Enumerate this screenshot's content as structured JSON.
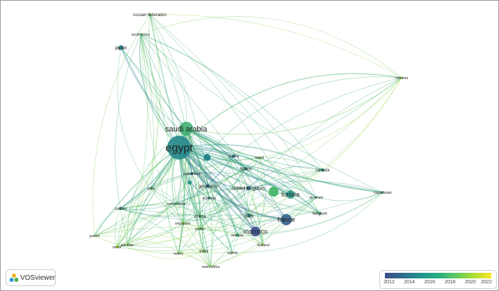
{
  "nodes": [
    {
      "label": "russian federation",
      "year": 2019
    },
    {
      "label": "south korea",
      "year": 2018
    },
    {
      "label": "japan",
      "year": 2015
    },
    {
      "label": "romania",
      "year": 2021
    },
    {
      "label": "saudi arabia",
      "year": 2017.5
    },
    {
      "label": "egypt",
      "year": 2015
    },
    {
      "label": "austria",
      "year": 2014
    },
    {
      "label": "brazil",
      "year": 2020
    },
    {
      "label": "spain",
      "year": 2016
    },
    {
      "label": "canada",
      "year": 2016
    },
    {
      "label": "switzerland",
      "year": 2013
    },
    {
      "label": "qatar",
      "year": 2019
    },
    {
      "label": "germany",
      "year": 2013
    },
    {
      "label": "united kingdom",
      "year": 2013
    },
    {
      "label": "tunisia",
      "year": 2016
    },
    {
      "label": "denmark",
      "year": 2017
    },
    {
      "label": "kazakhstan",
      "year": 2017
    },
    {
      "label": "netherlands",
      "year": 2019
    },
    {
      "label": "australia",
      "year": 2014
    },
    {
      "label": "belgium",
      "year": 2017
    },
    {
      "label": "sudan",
      "year": 2016
    },
    {
      "label": "china",
      "year": 2018
    },
    {
      "label": "italy",
      "year": 2016
    },
    {
      "label": "france",
      "year": 2013
    },
    {
      "label": "singapore",
      "year": 2021
    },
    {
      "label": "jordan",
      "year": 2019
    },
    {
      "label": "morocco",
      "year": 2012
    },
    {
      "label": "yemen",
      "year": 2020
    },
    {
      "label": "ethiopia",
      "year": 2017
    },
    {
      "label": "thailand",
      "year": 2021
    },
    {
      "label": "oman",
      "year": 2021
    },
    {
      "label": "pakistan",
      "year": 2020
    },
    {
      "label": "turkey",
      "year": 2020
    },
    {
      "label": "india",
      "year": 2020
    },
    {
      "label": "nigeria",
      "year": 2020
    },
    {
      "label": "south africa",
      "year": 2020
    }
  ],
  "logo": {
    "text": "VOSviewer"
  },
  "legend": {
    "ticks": [
      "2012",
      "2014",
      "2016",
      "2018",
      "2020",
      "2022"
    ],
    "range": [
      2012,
      2022.5
    ],
    "colors": [
      "#3b4c8c",
      "#21918c",
      "#5ec962",
      "#fde725"
    ]
  }
}
